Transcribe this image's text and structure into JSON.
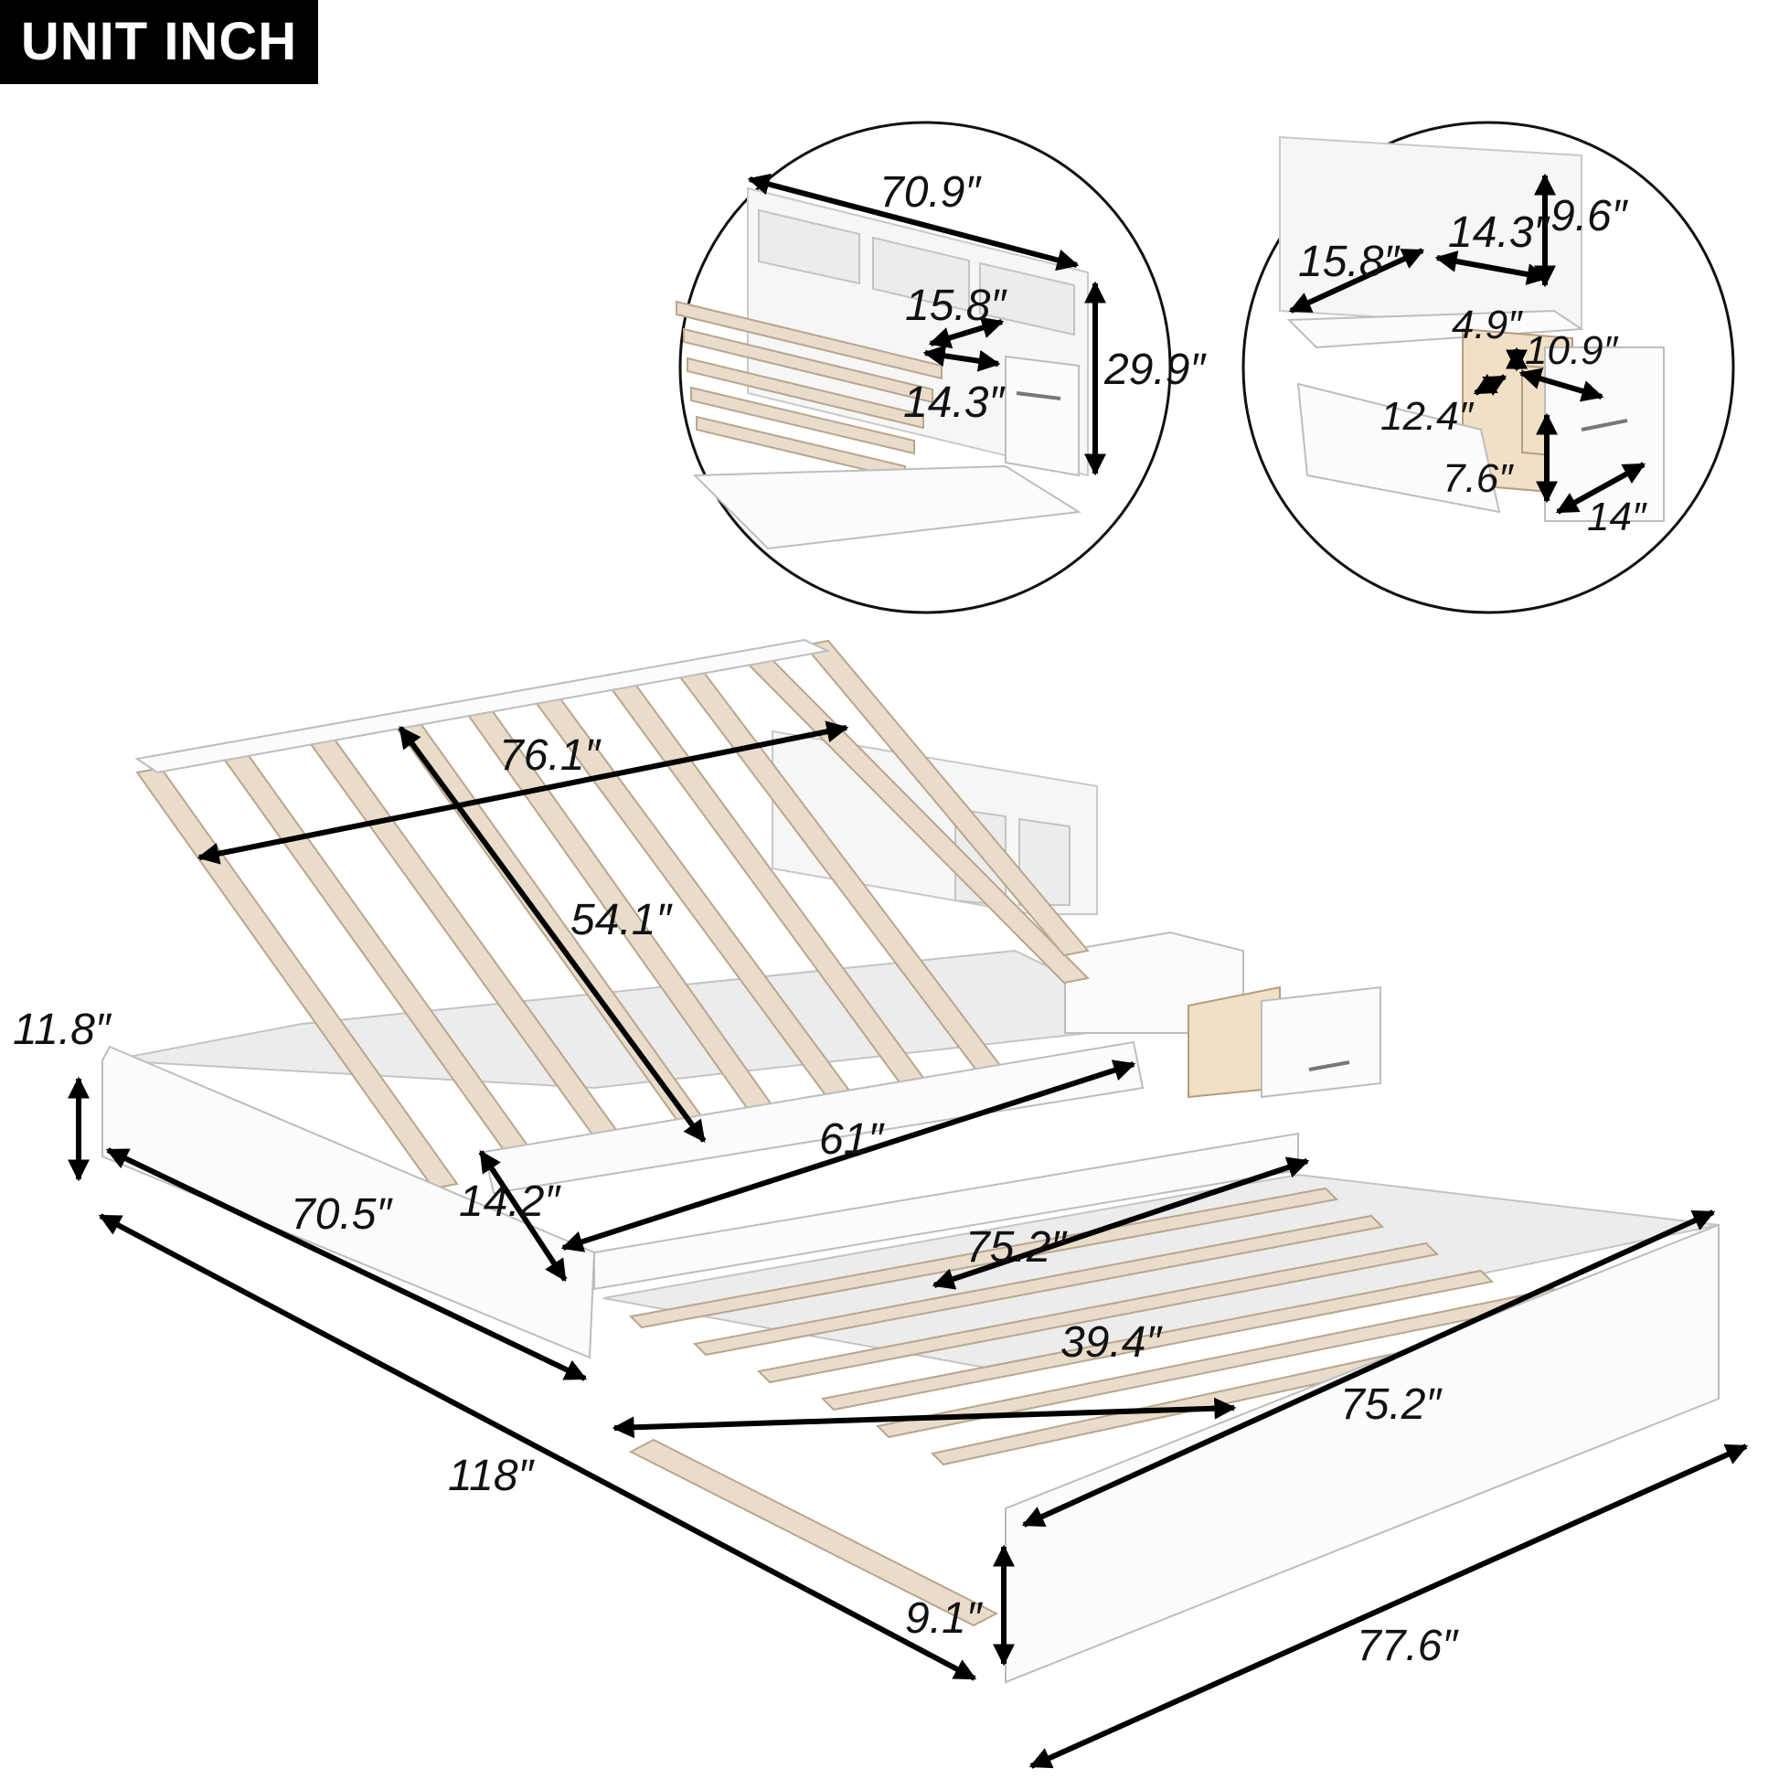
{
  "badge": {
    "label": "UNIT INCH"
  },
  "detail_headboard": {
    "width": "70.9″",
    "depth": "15.8″",
    "shelf": "14.3″",
    "height": "29.9″"
  },
  "detail_nightstand": {
    "depth": "15.8″",
    "width": "14.3″",
    "height": "9.6″",
    "drawer_front_height": "4.9″",
    "drawer_width": "10.9″",
    "drawer_depth": "12.4″",
    "drawer_height": "7.6″",
    "front_width": "14″"
  },
  "main": {
    "slat_width": "76.1″",
    "slat_length": "54.1″",
    "side_height": "11.8″",
    "bed_length": "70.5″",
    "seat_depth": "14.2″",
    "seat_length": "61″",
    "total_length": "118″",
    "trundle_inner_length": "75.2″",
    "trundle_inner_width": "39.4″",
    "trundle_side_length": "75.2″",
    "trundle_outer_length": "77.6″",
    "trundle_height": "9.1″"
  }
}
